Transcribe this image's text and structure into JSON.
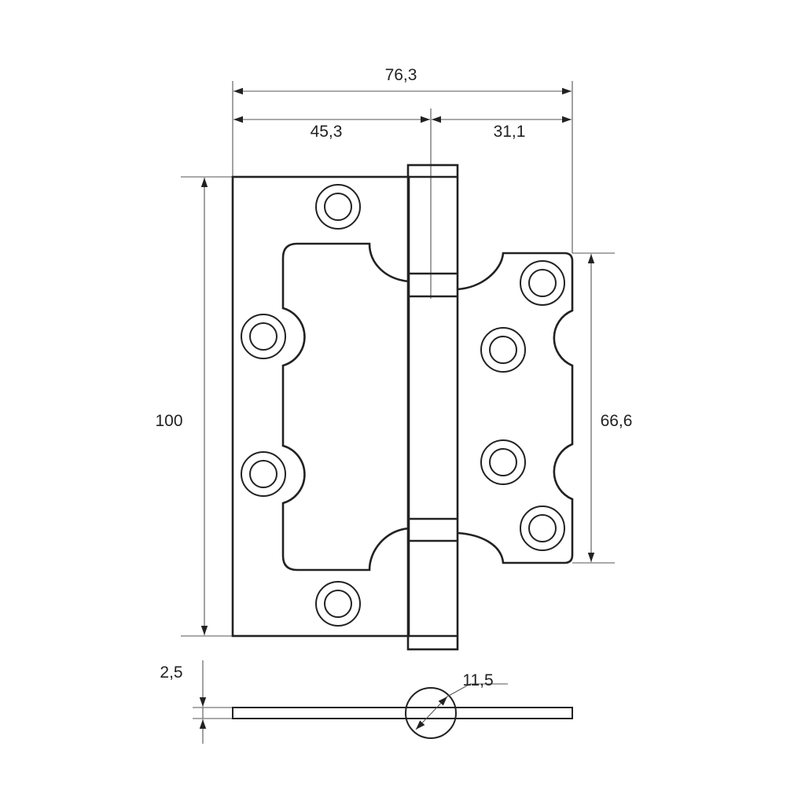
{
  "title": "Butterfly hinge technical drawing",
  "dimensions": {
    "overall_width": "76,3",
    "left_leaf_width": "45,3",
    "right_leaf_width": "31,1",
    "height": "100",
    "right_leaf_height": "66,6",
    "thickness": "2,5",
    "knuckle_diameter": "11,5"
  },
  "colors": {
    "line": "#222222",
    "dim_line": "#555555",
    "background": "#ffffff"
  }
}
